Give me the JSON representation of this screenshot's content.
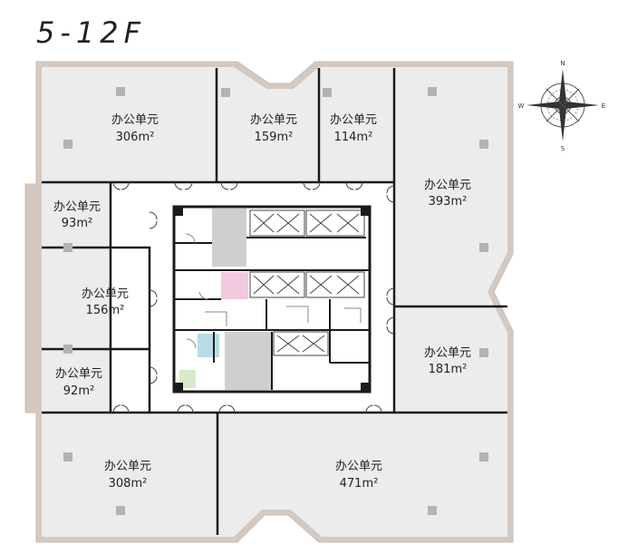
{
  "floor_label": "5-12F",
  "compass": {
    "n": "N",
    "s": "S",
    "e": "E",
    "w": "W"
  },
  "units": [
    {
      "label": "办公单元",
      "area": "306m²"
    },
    {
      "label": "办公单元",
      "area": "159m²"
    },
    {
      "label": "办公单元",
      "area": "114m²"
    },
    {
      "label": "办公单元",
      "area": "393m²"
    },
    {
      "label": "办公单元",
      "area": "93m²"
    },
    {
      "label": "办公单元",
      "area": "156m²"
    },
    {
      "label": "办公单元",
      "area": "92m²"
    },
    {
      "label": "办公单元",
      "area": "181m²"
    },
    {
      "label": "办公单元",
      "area": "308m²"
    },
    {
      "label": "办公单元",
      "area": "471m²"
    }
  ],
  "colors": {
    "room_fill": "#ececec",
    "outer_wall": "#d4c9c0",
    "wall": "#1a1a1a",
    "pillar": "#b3b3b3",
    "core_gray": "#cfcfcf",
    "core_pink": "#f3c9e0",
    "core_blue": "#b7dbe8",
    "core_green": "#d6ebc9"
  }
}
